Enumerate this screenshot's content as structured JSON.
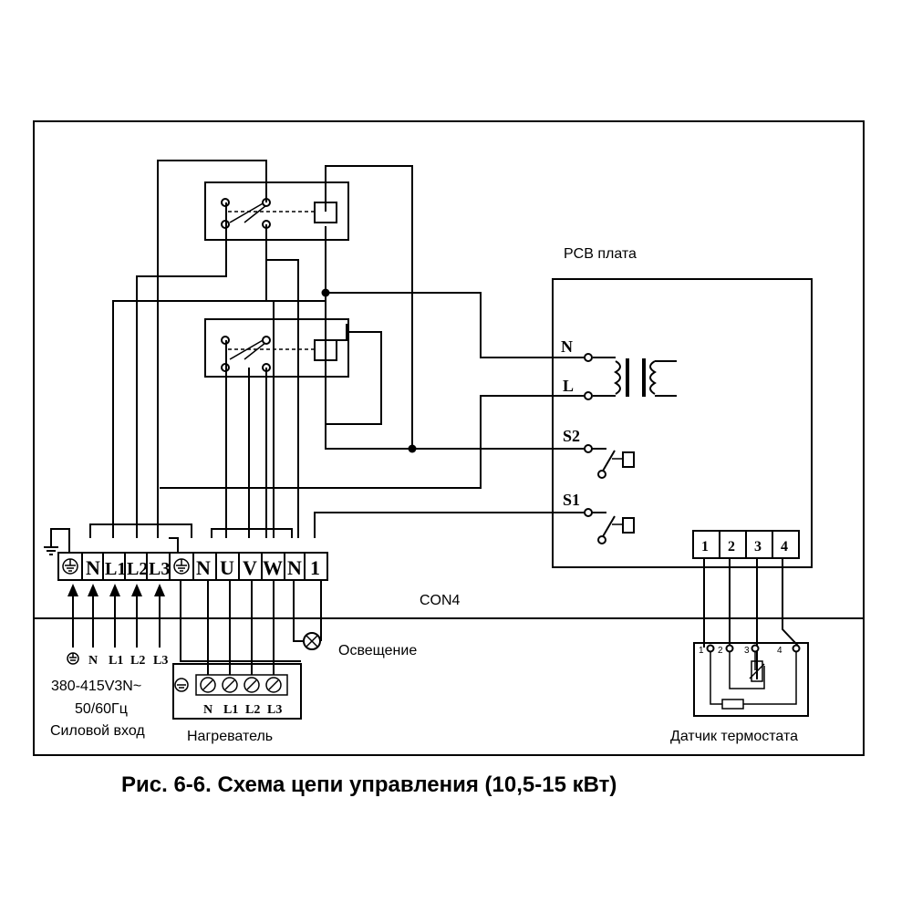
{
  "caption": "Рис. 6-6. Схема цепи управления (10,5-15 кВт)",
  "pcb": {
    "label": "PCB плата",
    "terminals": [
      "N",
      "L",
      "S2",
      "S1"
    ]
  },
  "con4": {
    "label": "CON4",
    "pins": [
      "1",
      "2",
      "3",
      "4"
    ]
  },
  "terminal_block": {
    "labels": [
      "N",
      "L1",
      "L2",
      "L3",
      "N",
      "U",
      "V",
      "W",
      "N",
      "1"
    ]
  },
  "power_input": {
    "arrow_labels": [
      "N",
      "L1",
      "L2",
      "L3"
    ],
    "voltage": "380-415V3N~",
    "frequency": "50/60Гц",
    "name": "Силовой вход"
  },
  "heater": {
    "labels": [
      "N",
      "L1",
      "L2",
      "L3"
    ],
    "name": "Нагреватель"
  },
  "lighting": {
    "label": "Освещение"
  },
  "thermostat": {
    "pins": [
      "1",
      "2",
      "3",
      "4"
    ],
    "name": "Датчик термостата"
  }
}
